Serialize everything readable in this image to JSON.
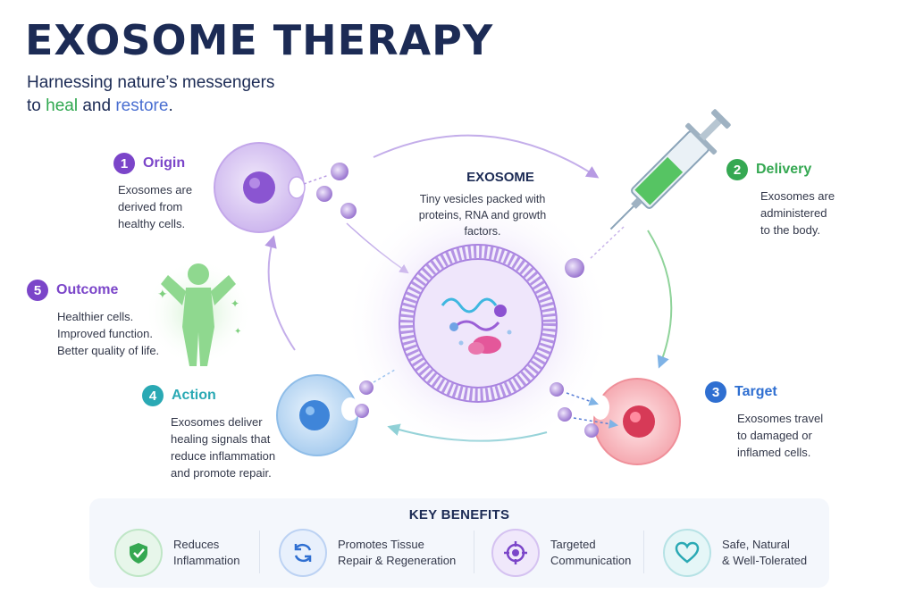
{
  "header": {
    "title": "EXOSOME THERAPY",
    "subtitle_line1": "Harnessing nature’s messengers",
    "subtitle_to": "to ",
    "subtitle_heal": "heal",
    "subtitle_and": " and ",
    "subtitle_restore": "restore",
    "subtitle_period": "."
  },
  "center": {
    "label": "EXOSOME",
    "text": "Tiny vesicles packed with\nproteins, RNA and growth\nfactors."
  },
  "steps": [
    {
      "num": "1",
      "title": "Origin",
      "text": "Exosomes are\nderived from\nhealthy cells.",
      "color": "#7b45c9"
    },
    {
      "num": "2",
      "title": "Delivery",
      "text": "Exosomes are\nadministered\nto the body.",
      "color": "#35a852"
    },
    {
      "num": "3",
      "title": "Target",
      "text": "Exosomes travel\nto damaged or\ninflamed cells.",
      "color": "#2f6fd1"
    },
    {
      "num": "4",
      "title": "Action",
      "text": "Exosomes deliver\nhealing signals that\nreduce inflammation\nand promote repair.",
      "color": "#2aa9b4"
    },
    {
      "num": "5",
      "title": "Outcome",
      "text": "Healthier cells.\nImproved function.\nBetter quality of life.",
      "color": "#7b45c9"
    }
  ],
  "benefits": {
    "title": "KEY BENEFITS",
    "items": [
      {
        "label": "Reduces\nInflammation",
        "icon": "shield-check-icon",
        "color": "#35a852"
      },
      {
        "label": "Promotes Tissue\nRepair & Regeneration",
        "icon": "refresh-cycle-icon",
        "color": "#2f6fd1"
      },
      {
        "label": "Targeted\nCommunication",
        "icon": "target-icon",
        "color": "#7b45c9"
      },
      {
        "label": "Safe, Natural\n& Well-Tolerated",
        "icon": "heart-icon",
        "color": "#2aa9b4"
      }
    ]
  }
}
